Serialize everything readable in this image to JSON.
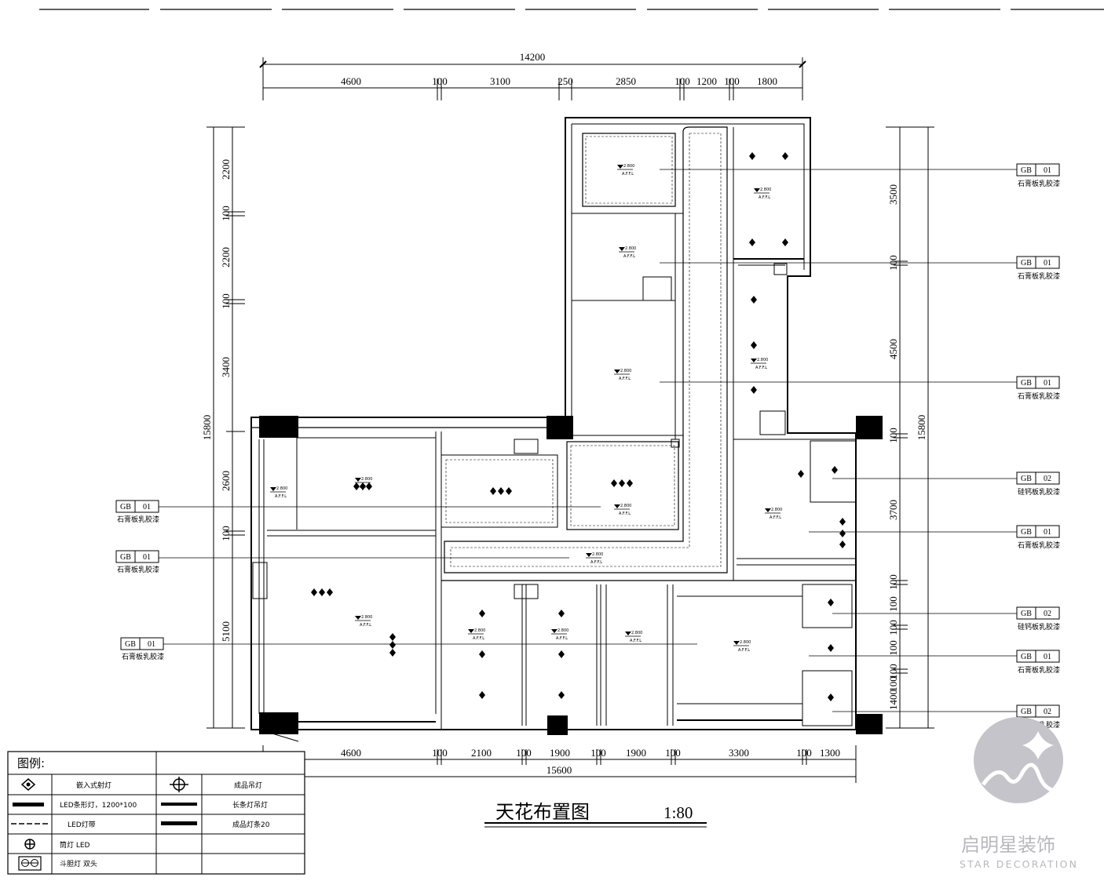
{
  "drawing": {
    "title": "天花布置图",
    "scale": "1:80",
    "top_dims": {
      "overall": "14200",
      "segments": [
        "4600",
        "100",
        "3100",
        "250",
        "2850",
        "100",
        "1200",
        "100",
        "1800"
      ]
    },
    "bottom_dims": {
      "overall": "15600",
      "segments": [
        "4600",
        "100",
        "2100",
        "100",
        "1900",
        "100",
        "1900",
        "100",
        "3300",
        "100",
        "1300"
      ]
    },
    "left_dims": {
      "overall": "15800",
      "segments": [
        "2200",
        "100",
        "2200",
        "100",
        "3400",
        "2600",
        "100",
        "5100"
      ]
    },
    "right_dims": {
      "overall": "15800",
      "segments": [
        "3500",
        "100",
        "4500",
        "100",
        "3700",
        "100",
        "100",
        "100",
        "100",
        "100",
        "100",
        "1400"
      ]
    },
    "tags_right": [
      {
        "code": "GB",
        "num": "01",
        "desc": "石膏板乳胶漆"
      },
      {
        "code": "GB",
        "num": "01",
        "desc": "石膏板乳胶漆"
      },
      {
        "code": "GB",
        "num": "01",
        "desc": "石膏板乳胶漆"
      },
      {
        "code": "GB",
        "num": "02",
        "desc": "硅钙板乳胶漆"
      },
      {
        "code": "GB",
        "num": "01",
        "desc": "石膏板乳胶漆"
      },
      {
        "code": "GB",
        "num": "02",
        "desc": "硅钙板乳胶漆"
      },
      {
        "code": "GB",
        "num": "01",
        "desc": "石膏板乳胶漆"
      },
      {
        "code": "GB",
        "num": "02",
        "desc": "硅钙板乳胶漆"
      }
    ],
    "tags_left": [
      {
        "code": "GB",
        "num": "01",
        "desc": "石膏板乳胶漆"
      },
      {
        "code": "GB",
        "num": "01",
        "desc": "石膏板乳胶漆"
      },
      {
        "code": "GB",
        "num": "01",
        "desc": "石膏板乳胶漆"
      }
    ],
    "level_mark": "2.800",
    "level_sub": "A.F.F.L"
  },
  "legend": {
    "title": "图例:",
    "items": [
      {
        "icon": "recessed-downlight-icon",
        "label": "嵌入式射灯"
      },
      {
        "icon": "pendant-light-icon",
        "label": "成品吊灯"
      },
      {
        "icon": "led-strip-lamp-icon",
        "label": "LED条形灯，1200*100"
      },
      {
        "icon": "long-strip-pendant-icon",
        "label": "长条灯吊灯"
      },
      {
        "icon": "led-light-band-icon",
        "label": "LED灯带"
      },
      {
        "icon": "finished-light-bar-icon",
        "label": "成品灯条20"
      },
      {
        "icon": "downlight-icon",
        "label": "筒灯 LED"
      },
      {
        "icon": "double-grille-light-icon",
        "label": "斗胆灯 双头"
      }
    ]
  },
  "watermark": {
    "brand": "启明星装饰",
    "brand_en": "STAR DECORATION"
  }
}
